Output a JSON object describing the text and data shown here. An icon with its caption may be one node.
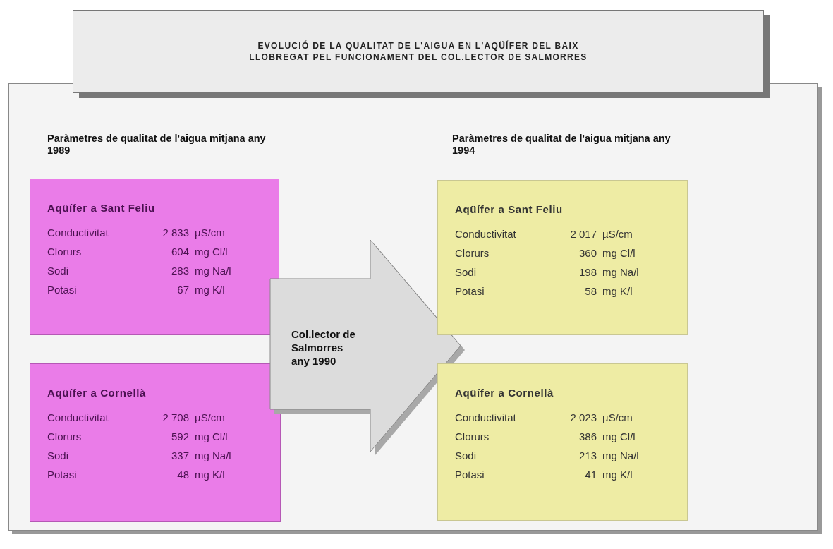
{
  "diagram": {
    "title": "EVOLUCIÓ DE LA QUALITAT DE L'AIGUA EN L'AQÜÍFER DEL BAIX LLOBREGAT PEL FUNCIONAMENT DEL COL.LECTOR DE SALMORRES",
    "nodes": [
      {
        "text": [
          "Aqüífer a Sant Feliu",
          "Conductivitat",
          "2 833",
          "µS/cm",
          "Clorurs",
          "604",
          "mg Cl/l",
          "Sodi",
          "283",
          "mg Na/l",
          "Potasi",
          "67",
          "mg K/l"
        ]
      },
      {
        "text": [
          "Aqüífer a Cornellà",
          "Conductivitat",
          "2 708",
          "µS/cm",
          "Clorurs",
          "592",
          "mg Cl/l",
          "Sodi",
          "337",
          "mg Na/l",
          "Potasi",
          "48",
          "mg K/l"
        ]
      },
      {
        "text": [
          "Col.lector de Salmorres any 1990"
        ]
      },
      {
        "text": [
          "Aqüífer a Sant Feliu",
          "Conductivitat",
          "2 017",
          "µS/cm",
          "Clorurs",
          "360",
          "mg Cl/l",
          "Sodi",
          "198",
          "mg Na/l",
          "Potasi",
          "58",
          "mg K/l"
        ]
      },
      {
        "text": [
          "Aqüífer a Cornellà",
          "Conductivitat",
          "2 023",
          "µS/cm",
          "Clorurs",
          "386",
          "mg Cl/l",
          "Sodi",
          "213",
          "mg Na/l",
          "Potasi",
          "41",
          "mg K/l"
        ]
      }
    ],
    "labels": [
      "Paràmetres de qualitat de l'aigua mitjana any 1989",
      "Paràmetres de qualitat de l'aigua mitjana any 1994"
    ]
  }
}
